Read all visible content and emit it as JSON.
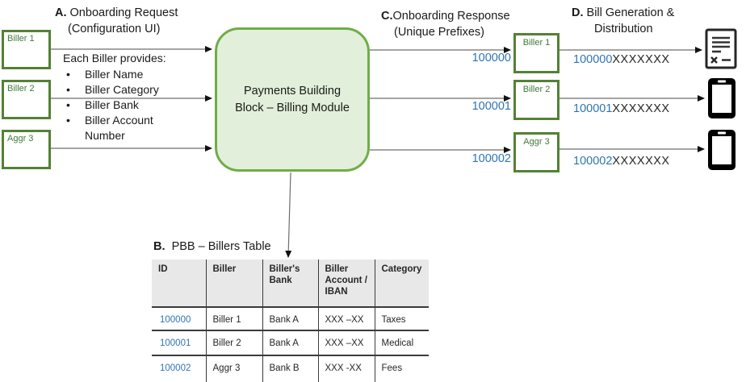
{
  "sections": {
    "a": {
      "label": "A.",
      "line1": "Onboarding Request",
      "line2": "(Configuration UI)"
    },
    "b": {
      "label": "B.",
      "title": "PBB – Billers Table"
    },
    "c": {
      "label": "C.",
      "line1": "Onboarding Response",
      "line2": "(Unique Prefixes)"
    },
    "d": {
      "label": "D.",
      "line1": "Bill Generation &",
      "line2": "Distribution"
    }
  },
  "provides": {
    "intro": "Each Biller provides:",
    "items": [
      "Biller Name",
      "Biller Category",
      "Biller Bank",
      "Biller Account Number"
    ]
  },
  "left_billers": [
    {
      "name": "Biller 1"
    },
    {
      "name": "Biller 2"
    },
    {
      "name": "Aggr 3"
    }
  ],
  "module": {
    "line1": "Payments Building",
    "line2": "Block – Billing Module"
  },
  "right_billers": [
    {
      "name": "Biller 1",
      "prefix": "100000"
    },
    {
      "name": "Biller 2",
      "prefix": "100001"
    },
    {
      "name": "Aggr 3",
      "prefix": "100002"
    }
  ],
  "distribution": [
    {
      "prefix": "100000",
      "suffix": "XXXXXXX",
      "icon": "bill-document-icon"
    },
    {
      "prefix": "100001",
      "suffix": "XXXXXXX",
      "icon": "smartphone-icon"
    },
    {
      "prefix": "100002",
      "suffix": "XXXXXXX",
      "icon": "smartphone-icon"
    }
  ],
  "table": {
    "headers": [
      "ID",
      "Biller",
      "Biller's Bank",
      "Biller Account / IBAN",
      "Category"
    ],
    "rows": [
      [
        "100000",
        "Biller 1",
        "Bank A",
        "XXX –XX",
        "Taxes"
      ],
      [
        "100001",
        "Biller 2",
        "Bank A",
        "XXX –XX",
        "Medical"
      ],
      [
        "100002",
        "Aggr 3",
        "Bank B",
        "XXX -XX",
        "Fees"
      ]
    ]
  },
  "colors": {
    "box_border_green": "#538135",
    "box_text_green": "#41793a",
    "module_border_green": "#70ad47",
    "module_fill_green": "#e2efda",
    "accent_blue": "#2e74b5",
    "table_line": "#3b3b3b",
    "header_bg": "#e9e8e8"
  }
}
